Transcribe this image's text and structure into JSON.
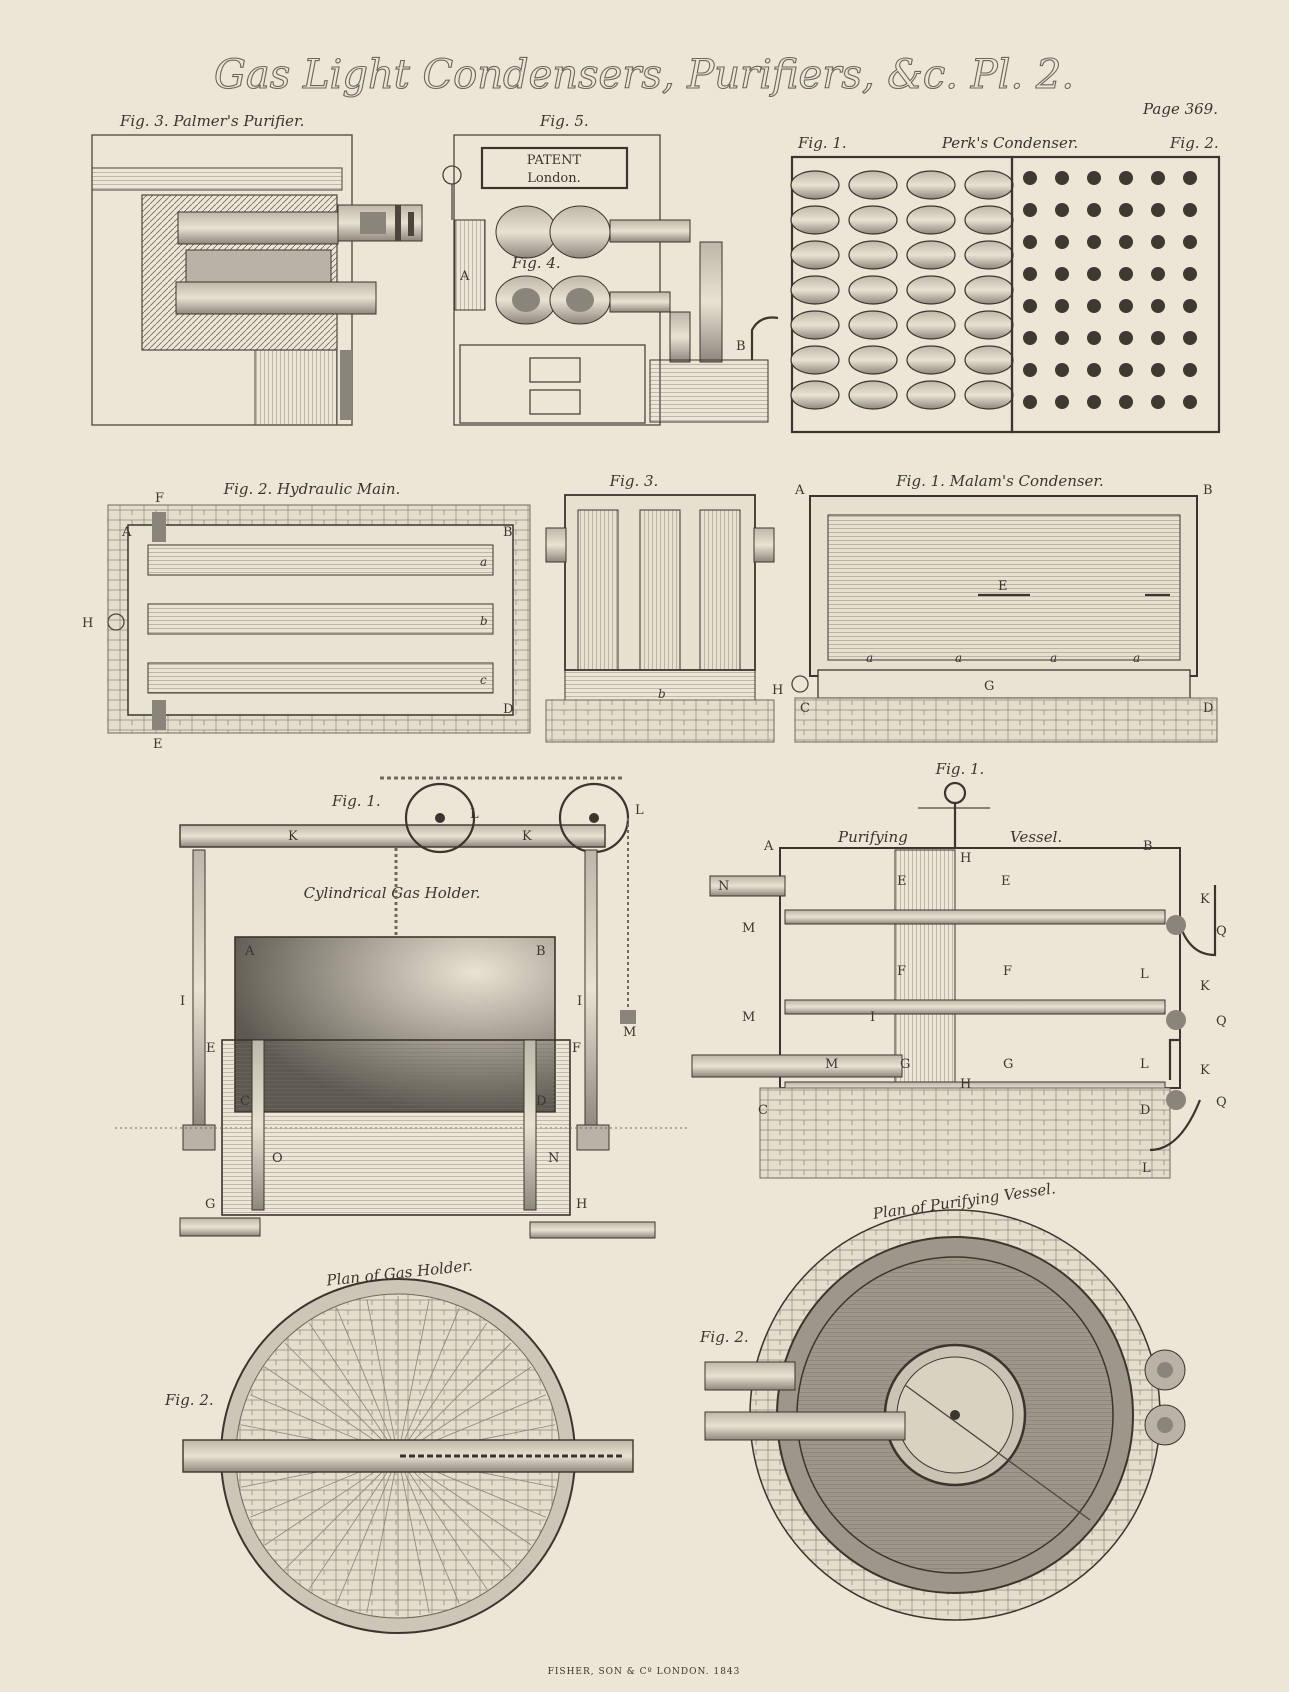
{
  "plate": {
    "title": "Gas Light Condensers, Purifiers, &c. Pl. 2.",
    "page": "Page 369.",
    "footer": "FISHER, SON & Cº LONDON. 1843"
  },
  "figures": {
    "palmer": {
      "caption": "Fig. 3. Palmer's Purifier."
    },
    "fig5": {
      "caption": "Fig. 5.",
      "sign_line1": "PATENT",
      "sign_line2": "London.",
      "fig4_caption": "Fig. 4.",
      "labels": [
        "A",
        "B"
      ]
    },
    "perks": {
      "fig1": "Fig. 1.",
      "title": "Perk's Condenser.",
      "fig2": "Fig. 2."
    },
    "hydraulic": {
      "caption": "Fig. 2. Hydraulic Main.",
      "labels": [
        "F",
        "A",
        "B",
        "H",
        "a",
        "b",
        "c",
        "E",
        "D"
      ]
    },
    "fig3mid": {
      "caption": "Fig. 3.",
      "labels": [
        "b"
      ]
    },
    "malam": {
      "caption": "Fig. 1. Malam's Condenser.",
      "labels": [
        "A",
        "B",
        "E",
        "a",
        "a",
        "a",
        "a",
        "G",
        "H",
        "C",
        "D"
      ]
    },
    "gasholder": {
      "fig": "Fig. 1.",
      "title": "Cylindrical Gas Holder.",
      "labels": [
        "L",
        "L",
        "K",
        "K",
        "A",
        "B",
        "I",
        "I",
        "M",
        "E",
        "F",
        "C",
        "D",
        "O",
        "N",
        "G",
        "H"
      ]
    },
    "purifying": {
      "fig": "Fig. 1.",
      "title_left": "Purifying",
      "title_right": "Vessel.",
      "labels": [
        "A",
        "B",
        "H",
        "N",
        "E",
        "E",
        "K",
        "Q",
        "M",
        "F",
        "F",
        "L",
        "K",
        "M",
        "I",
        "Q",
        "L",
        "K",
        "M",
        "G",
        "G",
        "Q",
        "H",
        "C",
        "D",
        "L"
      ]
    },
    "plan_holder": {
      "title": "Plan of Gas Holder.",
      "fig": "Fig. 2."
    },
    "plan_vessel": {
      "title": "Plan of Purifying Vessel.",
      "fig": "Fig. 2."
    }
  }
}
